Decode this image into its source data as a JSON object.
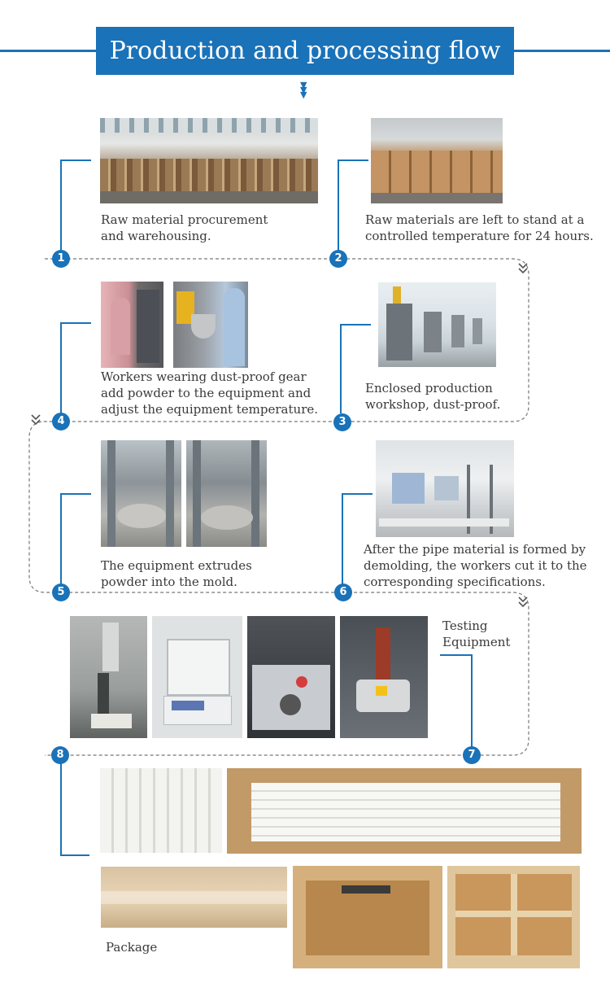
{
  "title": "Production and processing flow",
  "accent_color": "#1a72b8",
  "steps": [
    {
      "number": "1",
      "caption_lines": [
        "Raw material procurement",
        "and warehousing."
      ]
    },
    {
      "number": "2",
      "caption_lines": [
        "Raw materials are left to stand at a",
        "controlled temperature for 24 hours."
      ]
    },
    {
      "number": "3",
      "caption_lines": [
        "Enclosed production",
        "workshop, dust-proof."
      ]
    },
    {
      "number": "4",
      "caption_lines": [
        "Workers wearing dust-proof gear",
        "add powder to the equipment and",
        "adjust the equipment temperature."
      ]
    },
    {
      "number": "5",
      "caption_lines": [
        "The equipment extrudes",
        "powder into the mold."
      ]
    },
    {
      "number": "6",
      "caption_lines": [
        "After the pipe material is formed by",
        "demolding, the workers cut it to the",
        "corresponding specifications."
      ]
    },
    {
      "number": "7",
      "caption_lines": [
        "Testing",
        "Equipment"
      ]
    },
    {
      "number": "8",
      "caption_lines": [
        "Package"
      ]
    }
  ],
  "icons": {
    "flow_arrow": "triple-chevron-down-icon",
    "path_arrow": "double-chevron-down-icon"
  }
}
